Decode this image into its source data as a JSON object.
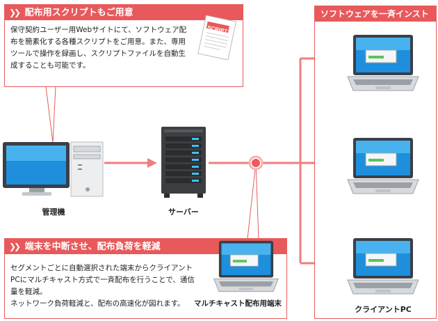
{
  "callout_top": {
    "title": "配布用スクリプトもご用意",
    "body_lines": [
      "保守契約ユーザー用Webサイトにて、ソフトウェア配",
      "布を簡素化する各種スクリプトをご用意。また、専用",
      "ツールで操作を録画し、スクリプトファイルを自動生",
      "成することも可能です。"
    ],
    "doc_label": "SCRIPT"
  },
  "callout_bottom": {
    "title": "端末を中断させ、配布負荷を軽減",
    "body_lines": [
      "セグメントごとに自動選択された端末からクライアント",
      "PCにマルチキャスト方式で一斉配布を行うことで、通信",
      "量を軽減。",
      "ネットワーク負荷軽減と、配布の高速化が図れます。"
    ]
  },
  "install_panel": {
    "title": "ソフトウェアを一斉インストール"
  },
  "nodes": {
    "admin": "管理機",
    "server": "サーバー",
    "multicast": "マルチキャスト配布用端末",
    "clients": "クライアントPC"
  },
  "colors": {
    "accent": "#e8595b",
    "arrow": "#f07d7f"
  }
}
